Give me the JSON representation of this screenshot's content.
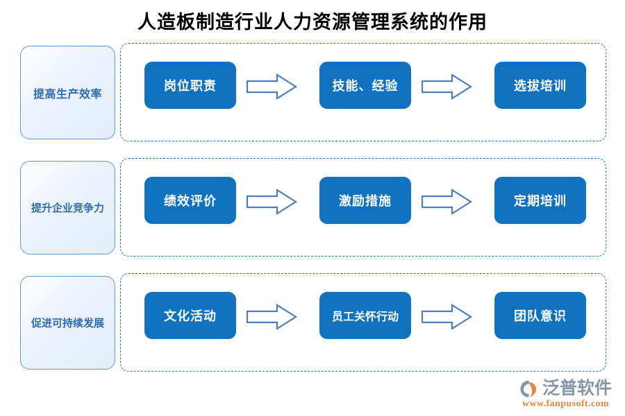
{
  "page": {
    "title": "人造板制造行业人力资源管理系统的作用",
    "background_color": "#ffffff"
  },
  "colors": {
    "title_text": "#000000",
    "step_fill": "#0e72c0",
    "step_text": "#ffffff",
    "label_text": "#2e6bb0",
    "label_border": "#5b9bd5",
    "label_fill": "#eaf1fa",
    "dashed_border": "#1f74c4",
    "arrow_stroke": "#4a7ebb",
    "arrow_fill": "#ffffff",
    "logo_word": "#8596a8",
    "logo_url": "#e8883a"
  },
  "diagram": {
    "type": "process-flow",
    "rows": [
      {
        "label": "提高生产效率",
        "steps": [
          "岗位职责",
          "技能、经验",
          "选拔培训"
        ],
        "connectors": [
          "arrow-right-icon",
          "arrow-right-icon"
        ]
      },
      {
        "label": "提升企业竞争力",
        "steps": [
          "绩效评价",
          "激励措施",
          "定期培训"
        ],
        "connectors": [
          "arrow-right-icon",
          "arrow-right-icon"
        ]
      },
      {
        "label": "促进可持续发展",
        "steps": [
          "文化活动",
          "员工关怀行动",
          "团队意识"
        ],
        "connectors": [
          "arrow-right-icon",
          "arrow-right-icon"
        ]
      }
    ]
  },
  "logo": {
    "brand": "泛普软件",
    "url": "www.fanpusoft.com",
    "mark": "fanpu-swoosh-icon"
  }
}
